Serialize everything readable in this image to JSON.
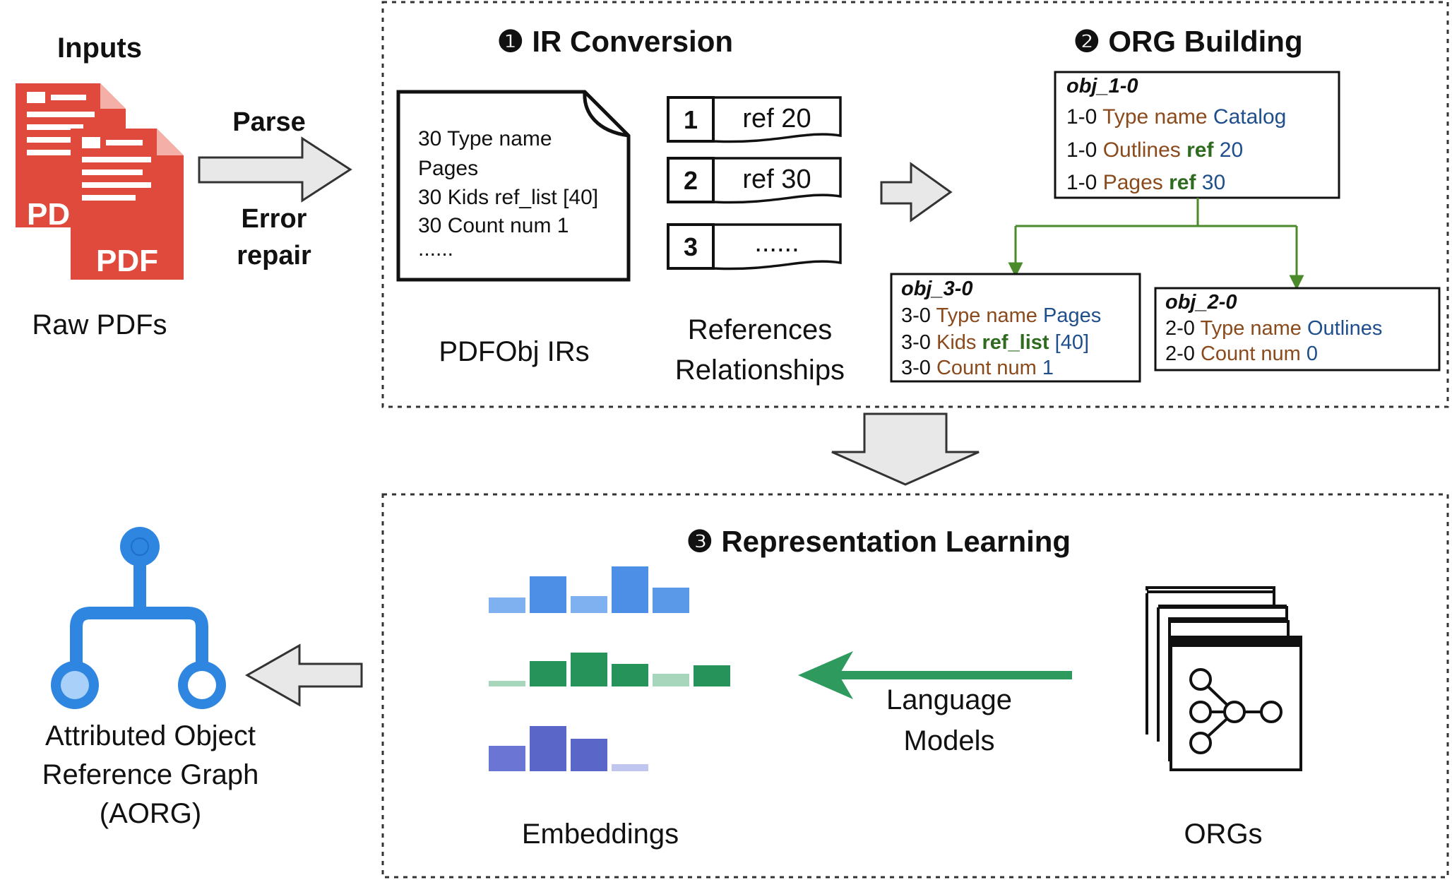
{
  "inputs": {
    "title": "Inputs",
    "pdf_label": "PDF",
    "pdf_label_partial": "PD",
    "caption": "Raw PDFs"
  },
  "parse_arrow": {
    "top": "Parse",
    "bottom_line1": "Error",
    "bottom_line2": "repair"
  },
  "ir_conversion": {
    "title": "❶ IR Conversion",
    "doc_lines": [
      "30 Type name",
      "Pages",
      "30 Kids ref_list [40]",
      "30 Count num 1",
      "......"
    ],
    "doc_caption": "PDFObj IRs",
    "refs": [
      {
        "num": "1",
        "text": "ref 20"
      },
      {
        "num": "2",
        "text": "ref 30"
      },
      {
        "num": "3",
        "text": "......"
      }
    ],
    "refs_caption_line1": "References",
    "refs_caption_line2": "Relationships"
  },
  "org_building": {
    "title": "❷ ORG Building",
    "obj1": {
      "header": "obj_1-0",
      "l1": [
        "1-0 ",
        "Type name ",
        "Catalog"
      ],
      "l2": [
        "1-0 ",
        "Outlines ",
        "ref ",
        "20"
      ],
      "l3": [
        "1-0 ",
        "Pages ",
        "ref ",
        "30"
      ]
    },
    "obj3": {
      "header": "obj_3-0",
      "l1": [
        "3-0 ",
        "Type name ",
        "Pages"
      ],
      "l2": [
        "3-0 ",
        "Kids ",
        "ref_list ",
        "[40]"
      ],
      "l3": [
        "3-0 ",
        "Count num ",
        "1"
      ]
    },
    "obj2": {
      "header": "obj_2-0",
      "l1": [
        "2-0 ",
        "Type name ",
        "Outlines"
      ],
      "l2": [
        "2-0 ",
        "Count num ",
        "0"
      ]
    }
  },
  "representation": {
    "title": "❸ Representation Learning",
    "embeddings_caption": "Embeddings",
    "lm_line1": "Language",
    "lm_line2": "Models",
    "orgs_caption": "ORGs"
  },
  "aorg": {
    "line1": "Attributed Object",
    "line2": "Reference Graph",
    "line3": "(AORG)"
  },
  "colors": {
    "pdf_red": "#e04a3c",
    "tree_green": "#4a8a2a",
    "lm_arrow_green": "#2f9a5e",
    "graph_blue": "#2f86e0",
    "bars_blue": "#4d8fe6",
    "bars_green": "#25935a",
    "bars_purple": "#5a66c8"
  }
}
